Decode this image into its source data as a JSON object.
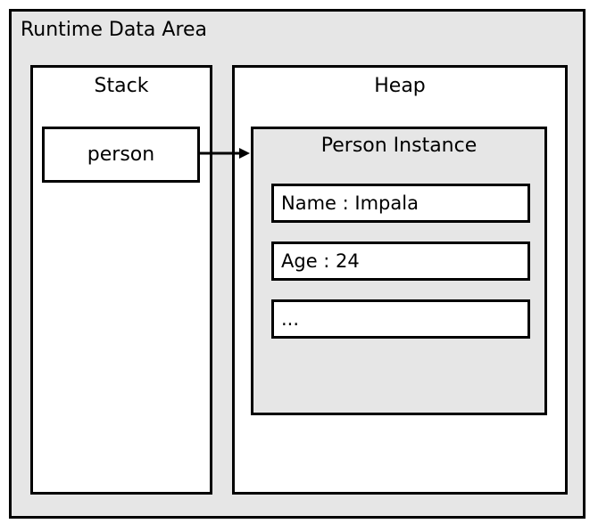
{
  "runtime_area": {
    "title": "Runtime Data Area"
  },
  "stack": {
    "title": "Stack",
    "reference_label": "person"
  },
  "heap": {
    "title": "Heap",
    "instance": {
      "title": "Person Instance",
      "fields": [
        "Name : Impala",
        "Age : 24",
        "..."
      ]
    }
  },
  "colors": {
    "outer_background": "#e6e6e6",
    "panel_background": "#ffffff",
    "border": "#000000"
  }
}
